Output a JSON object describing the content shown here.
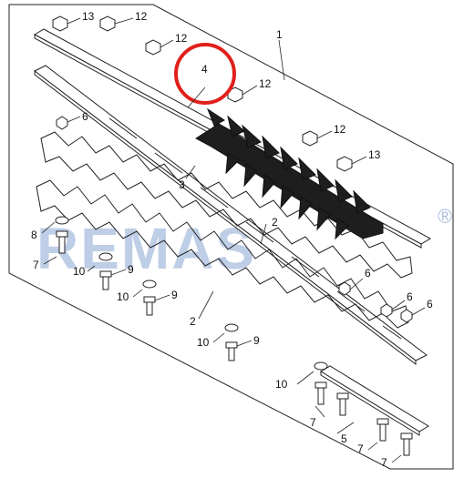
{
  "part_numbers": {
    "p1": "1",
    "p2a": "2",
    "p2b": "2",
    "p3": "3",
    "p4": "4",
    "p5": "5",
    "p6a": "6",
    "p6b": "6",
    "p6c": "6",
    "p6d": "6",
    "p7a": "7",
    "p7b": "7",
    "p7c": "7",
    "p7d": "7",
    "p8": "8",
    "p9a": "9",
    "p9b": "9",
    "p9c": "9",
    "p10a": "10",
    "p10b": "10",
    "p10c": "10",
    "p10d": "10",
    "p12a": "12",
    "p12b": "12",
    "p12c": "12",
    "p12d": "12",
    "p13a": "13",
    "p13b": "13"
  },
  "highlight": {
    "part": "4",
    "color": "#e0201b"
  },
  "watermark": {
    "text": "REMAS",
    "registered_symbol": "®",
    "color": "#6f93c7"
  }
}
